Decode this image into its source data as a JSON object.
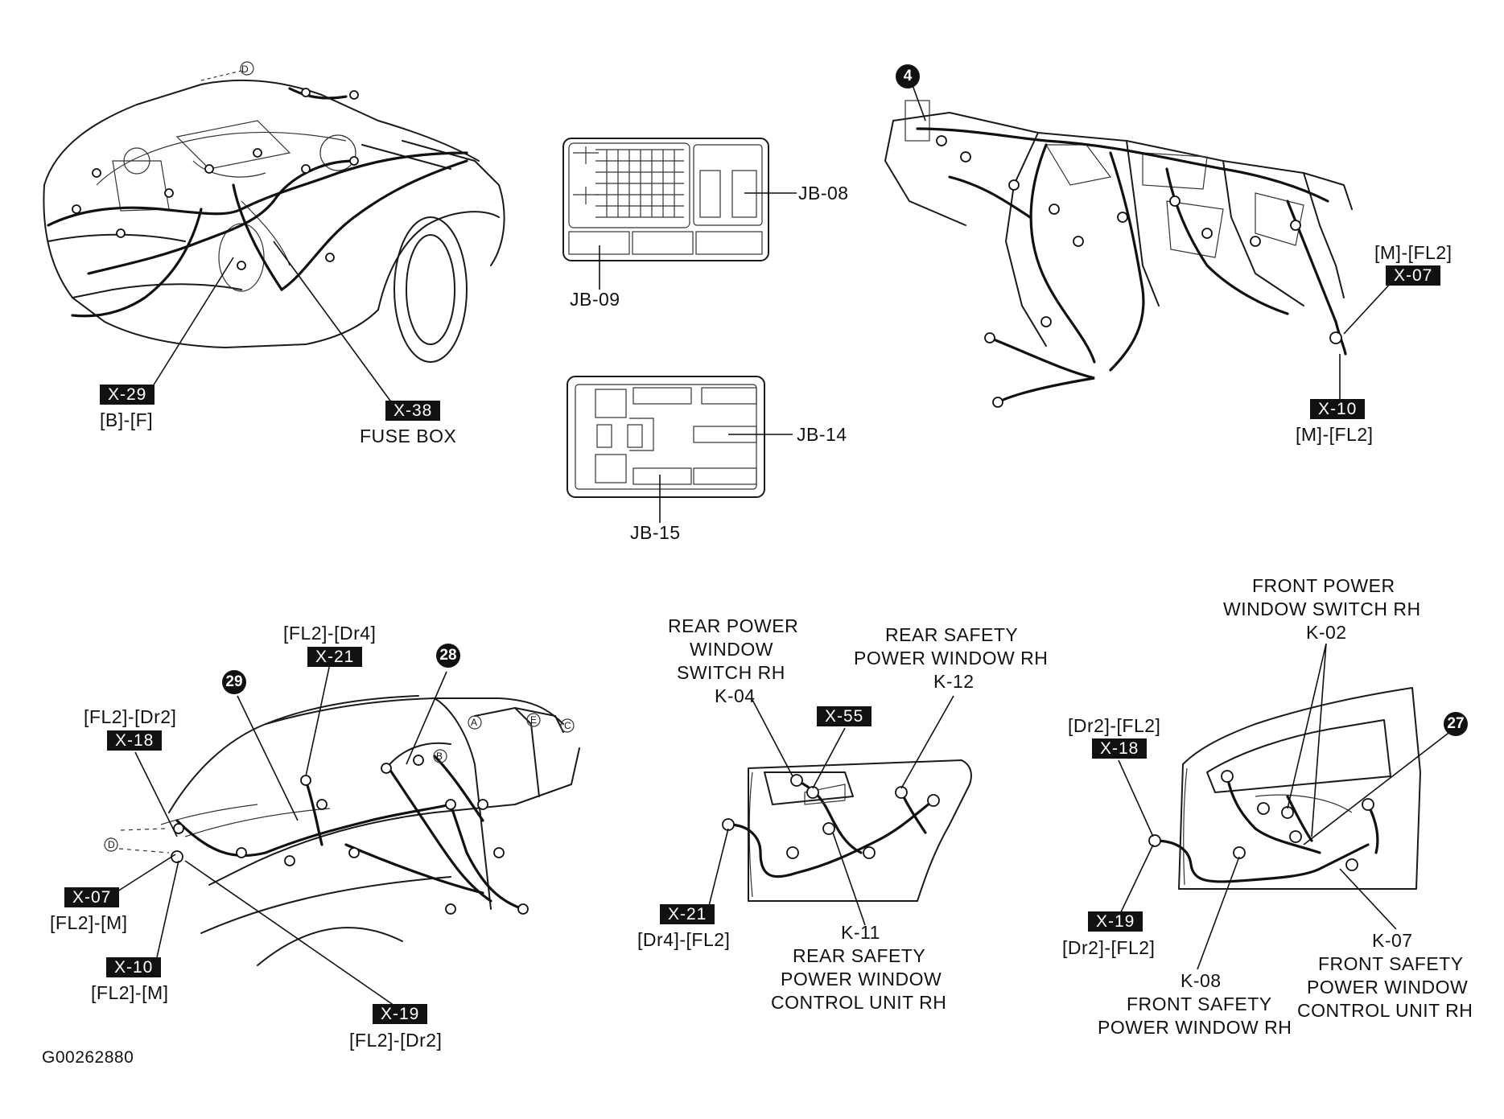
{
  "drawing_id": "G00262880",
  "engine_bay": {
    "x29": {
      "tag": "X-29",
      "label": "[B]-[F]"
    },
    "x38": {
      "tag": "X-38",
      "label": "FUSE BOX"
    }
  },
  "junction_box_1": {
    "jb08": "JB-08",
    "jb09": "JB-09"
  },
  "junction_box_2": {
    "jb14": "JB-14",
    "jb15": "JB-15"
  },
  "dashboard": {
    "badge": "4",
    "x07": {
      "tag": "X-07",
      "label": "[M]-[FL2]"
    },
    "x10": {
      "tag": "X-10",
      "label": "[M]-[FL2]"
    }
  },
  "body_floor": {
    "badge_29": "29",
    "badge_28": "28",
    "x21": {
      "tag": "X-21",
      "label": "[FL2]-[Dr4]"
    },
    "x18": {
      "tag": "X-18",
      "label": "[FL2]-[Dr2]"
    },
    "x07": {
      "tag": "X-07",
      "label": "[FL2]-[M]"
    },
    "x10": {
      "tag": "X-10",
      "label": "[FL2]-[M]"
    },
    "x19": {
      "tag": "X-19",
      "label": "[FL2]-[Dr2]"
    }
  },
  "rear_door": {
    "k04": [
      "REAR POWER",
      "WINDOW",
      "SWITCH  RH",
      "K-04"
    ],
    "k12": [
      "REAR SAFETY",
      "POWER WINDOW RH",
      "K-12"
    ],
    "x55": {
      "tag": "X-55"
    },
    "x21": {
      "tag": "X-21",
      "label": "[Dr4]-[FL2]"
    },
    "k11": [
      "K-11",
      "REAR SAFETY",
      "POWER WINDOW",
      "CONTROL UNIT RH"
    ]
  },
  "front_door": {
    "k02": [
      "FRONT POWER",
      "WINDOW SWITCH RH",
      "K-02"
    ],
    "badge_27": "27",
    "x18": {
      "tag": "X-18",
      "label": "[Dr2]-[FL2]"
    },
    "x19": {
      "tag": "X-19",
      "label": "[Dr2]-[FL2]"
    },
    "k08": [
      "K-08",
      "FRONT SAFETY",
      "POWER WINDOW RH"
    ],
    "k07": [
      "K-07",
      "FRONT SAFETY",
      "POWER WINDOW",
      "CONTROL UNIT RH"
    ]
  },
  "ref_markers": {
    "a": "A",
    "b": "B",
    "c": "C",
    "d": "D",
    "e": "E"
  }
}
